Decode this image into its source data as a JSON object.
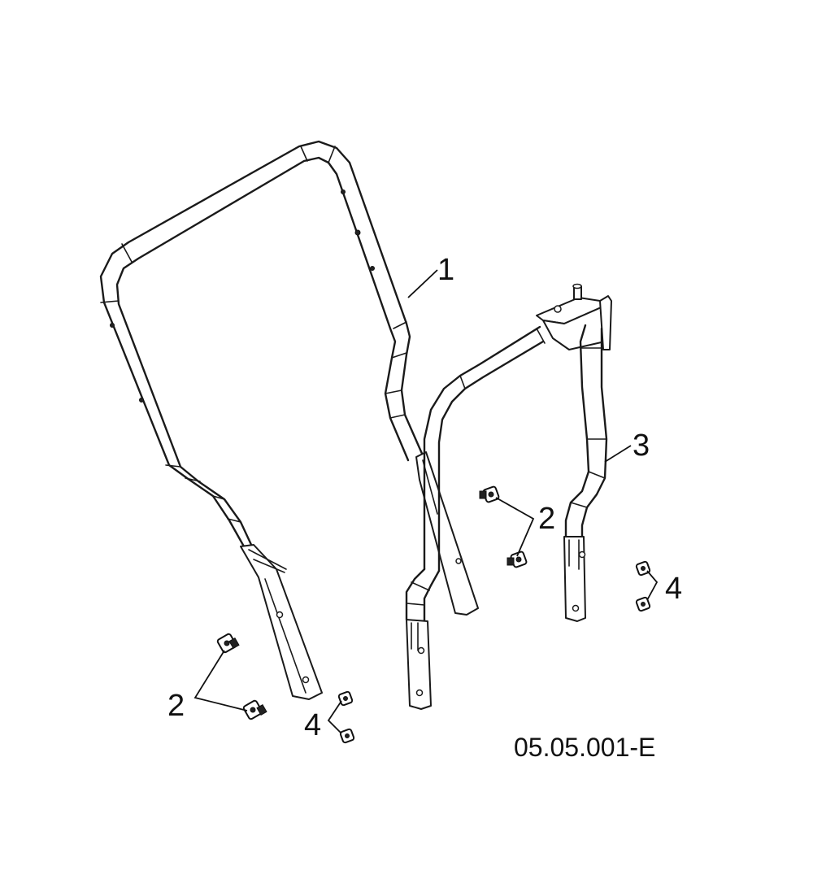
{
  "callouts": {
    "part_1": "1",
    "part_2_left": "2",
    "part_2_right": "2",
    "part_3": "3",
    "part_4_left": "4",
    "part_4_right": "4"
  },
  "diagram_code": "05.05.001-E"
}
